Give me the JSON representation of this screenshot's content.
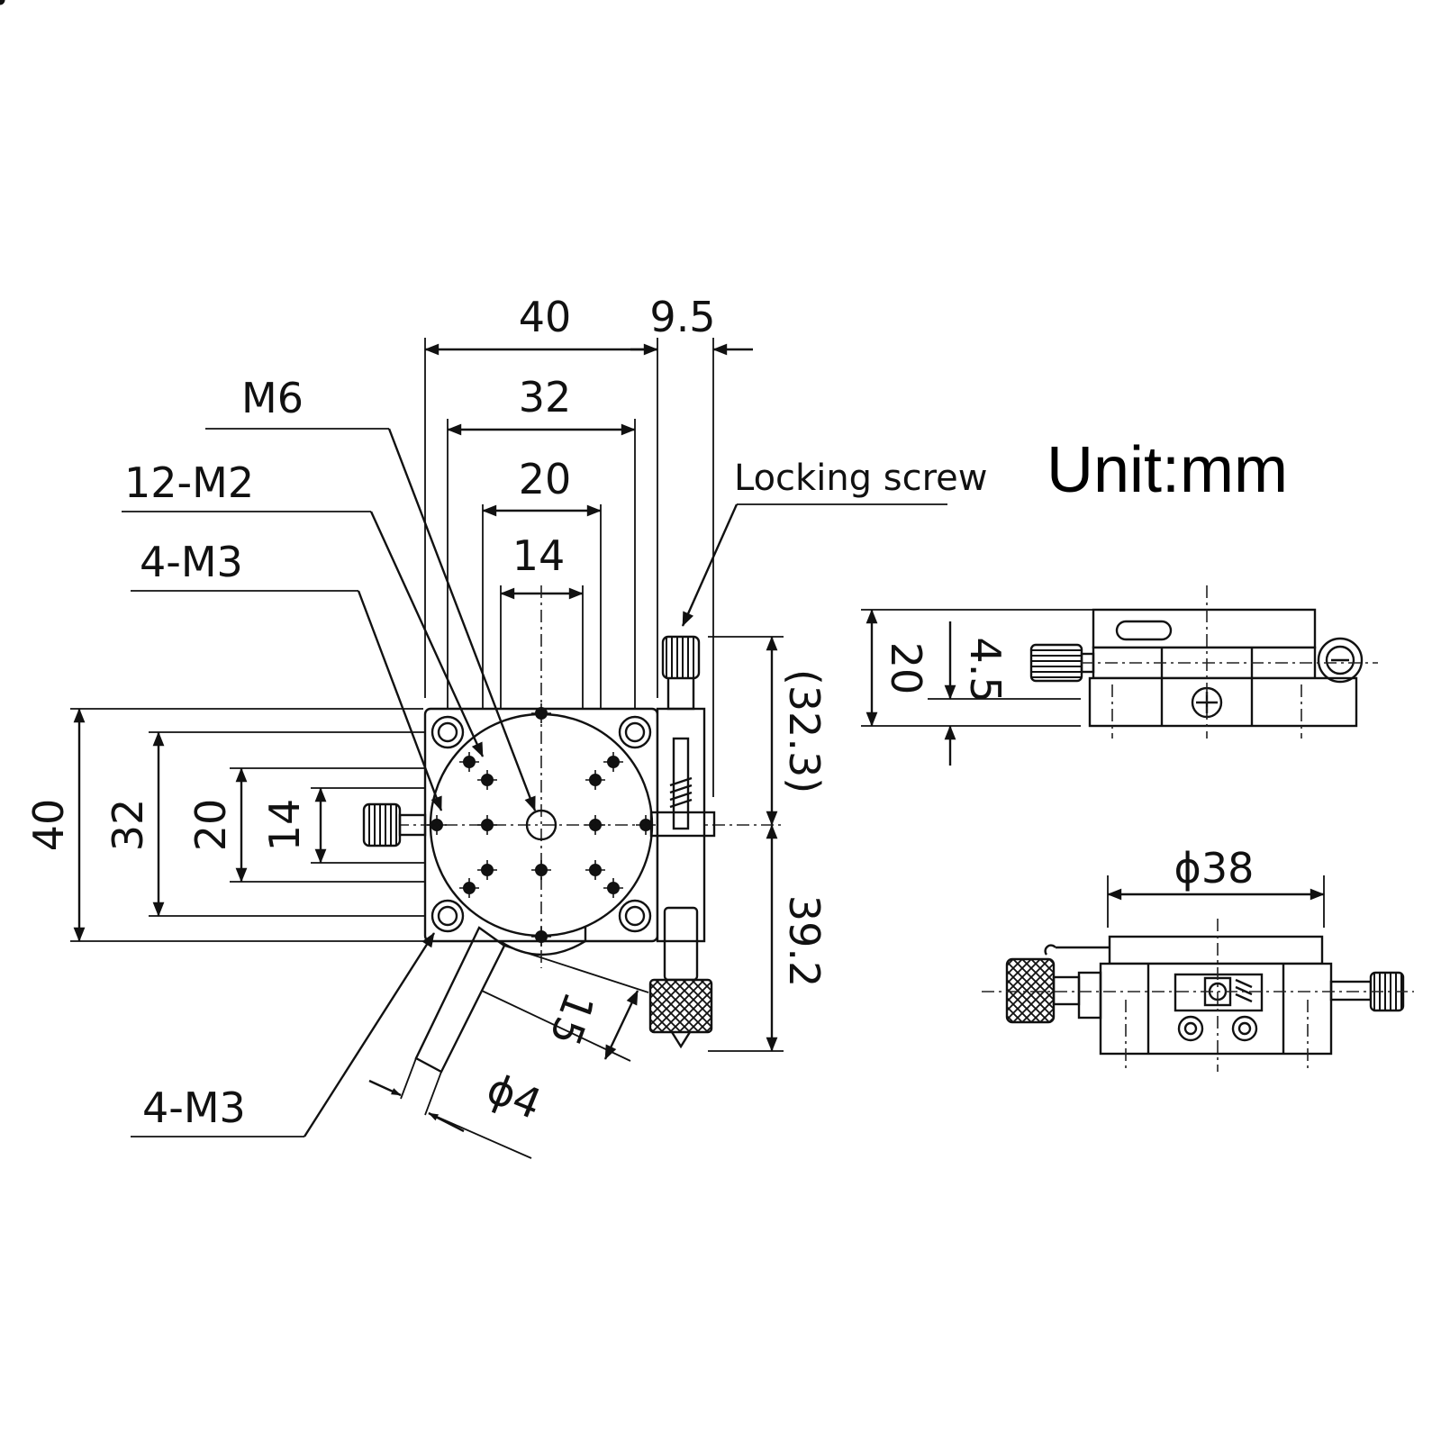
{
  "unit_label": "Unit:mm",
  "locking_label": "Locking screw",
  "top_view": {
    "dim_40_top": "40",
    "dim_9_5": "9.5",
    "dim_32_top": "32",
    "dim_20_top": "20",
    "dim_14_top": "14",
    "dim_40_left": "40",
    "dim_32_left": "32",
    "dim_20_left": "20",
    "dim_14_left": "14",
    "dim_32_3": "(32.3)",
    "dim_39_2": "39.2",
    "dim_15": "15",
    "dim_phi4": "ϕ4",
    "label_m6": "M6",
    "label_12_m2": "12-M2",
    "label_4_m3_a": "4-M3",
    "label_4_m3_b": "4-M3"
  },
  "side_view": {
    "dim_20": "20",
    "dim_4_5": "4.5"
  },
  "front_view": {
    "dim_phi38": "ϕ38"
  },
  "colors": {
    "ink": "#111111",
    "paper": "#ffffff"
  }
}
